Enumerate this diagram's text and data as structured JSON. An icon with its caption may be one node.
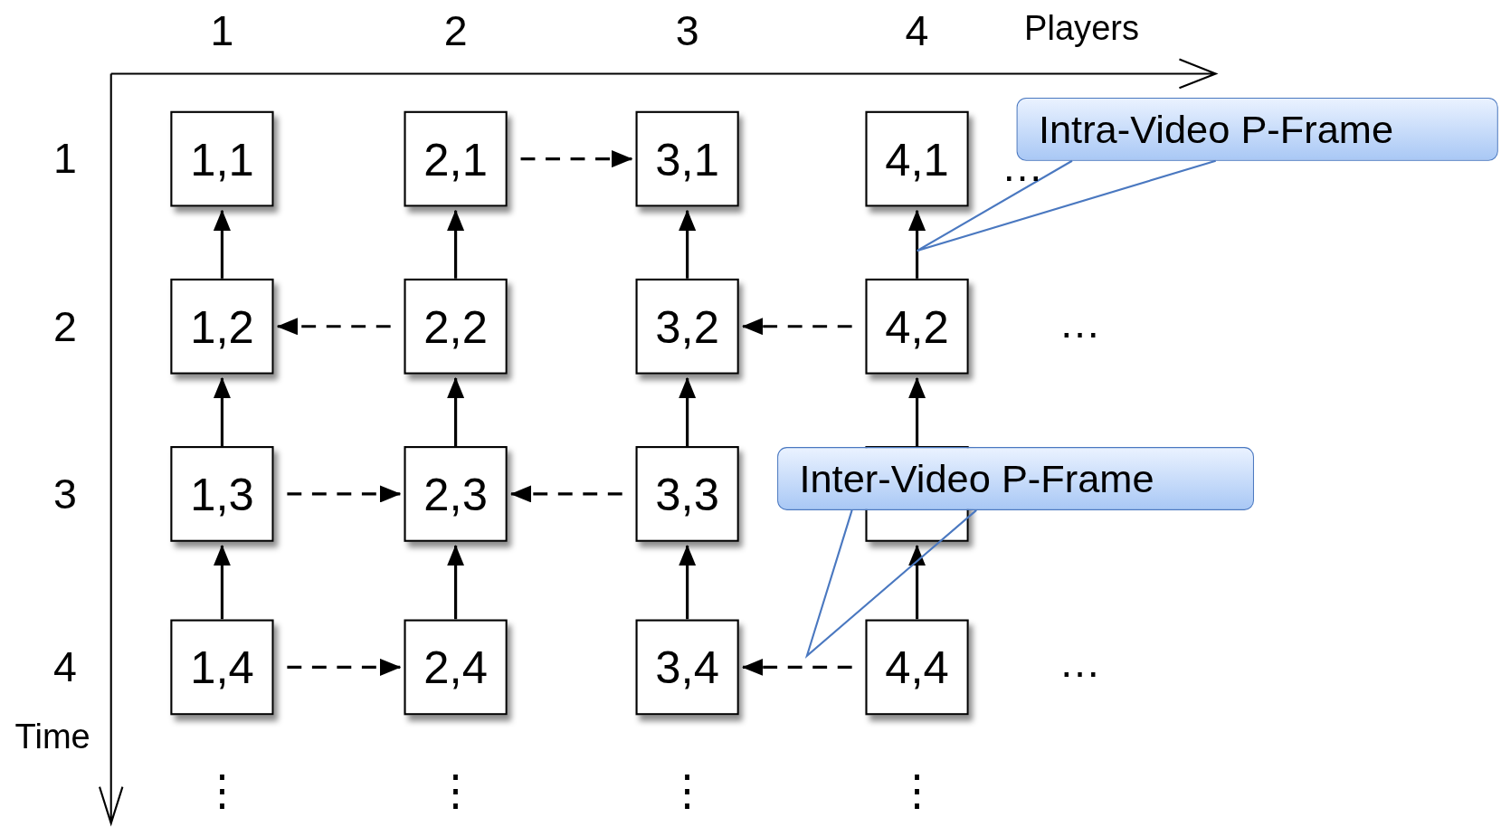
{
  "diagram": {
    "nodes": [
      {
        "text": [
          "1,1"
        ]
      },
      {
        "text": [
          "2,1"
        ]
      },
      {
        "text": [
          "3,1"
        ]
      },
      {
        "text": [
          "4,1"
        ]
      },
      {
        "text": [
          "1,2"
        ]
      },
      {
        "text": [
          "2,2"
        ]
      },
      {
        "text": [
          "3,2"
        ]
      },
      {
        "text": [
          "4,2"
        ]
      },
      {
        "text": [
          "1,3"
        ]
      },
      {
        "text": [
          "2,3"
        ]
      },
      {
        "text": [
          "3,3"
        ]
      },
      {
        "text": [],
        "shape": "box"
      },
      {
        "text": [
          "1,4"
        ]
      },
      {
        "text": [
          "2,4"
        ]
      },
      {
        "text": [
          "3,4"
        ]
      },
      {
        "text": [
          "4,4"
        ]
      },
      {
        "text": [
          "Intra-Video P-Frame"
        ]
      },
      {
        "text": [
          "Inter-Video P-Frame"
        ]
      }
    ],
    "edges": [
      {
        "from": 4,
        "to": 0,
        "arrow": "to"
      },
      {
        "from": 5,
        "to": 1,
        "arrow": "to"
      },
      {
        "from": 1,
        "to": 2,
        "arrow": "to",
        "style": "dashed"
      },
      {
        "from": 6,
        "to": 2,
        "arrow": "to"
      },
      {
        "from": 7,
        "to": 3,
        "arrow": "to"
      },
      {
        "from": 5,
        "to": 4,
        "arrow": "to",
        "style": "dashed"
      },
      {
        "from": 7,
        "to": 6,
        "arrow": "to",
        "style": "dashed"
      },
      {
        "from": 8,
        "to": 4,
        "arrow": "to"
      },
      {
        "from": 9,
        "to": 5,
        "arrow": "to"
      },
      {
        "from": 10,
        "to": 6,
        "arrow": "to"
      },
      {
        "from": 11,
        "to": 7,
        "arrow": "to"
      },
      {
        "from": 8,
        "to": 9,
        "arrow": "to",
        "style": "dashed"
      },
      {
        "from": 10,
        "to": 9,
        "arrow": "to",
        "style": "dashed"
      },
      {
        "from": 12,
        "to": 8,
        "arrow": "to"
      },
      {
        "from": 13,
        "to": 9,
        "arrow": "to"
      },
      {
        "from": 14,
        "to": 10,
        "arrow": "to"
      },
      {
        "from": 15,
        "to": 11,
        "arrow": "to"
      },
      {
        "from": 12,
        "to": 13,
        "arrow": "to",
        "style": "dashed"
      },
      {
        "from": 15,
        "to": 14,
        "arrow": "to",
        "style": "dashed"
      },
      {
        "from": 16,
        "to": null,
        "arrow": "none",
        "color": "#4a78c0"
      },
      {
        "from": 17,
        "to": null,
        "arrow": "none",
        "color": "#4a78c0"
      }
    ],
    "labels": [
      "1",
      "2",
      "3",
      "4",
      "Players",
      "1",
      "…",
      "2",
      "…",
      "3",
      "4",
      "…",
      "Time",
      "⋮",
      "⋮",
      "⋮",
      "⋮"
    ]
  }
}
